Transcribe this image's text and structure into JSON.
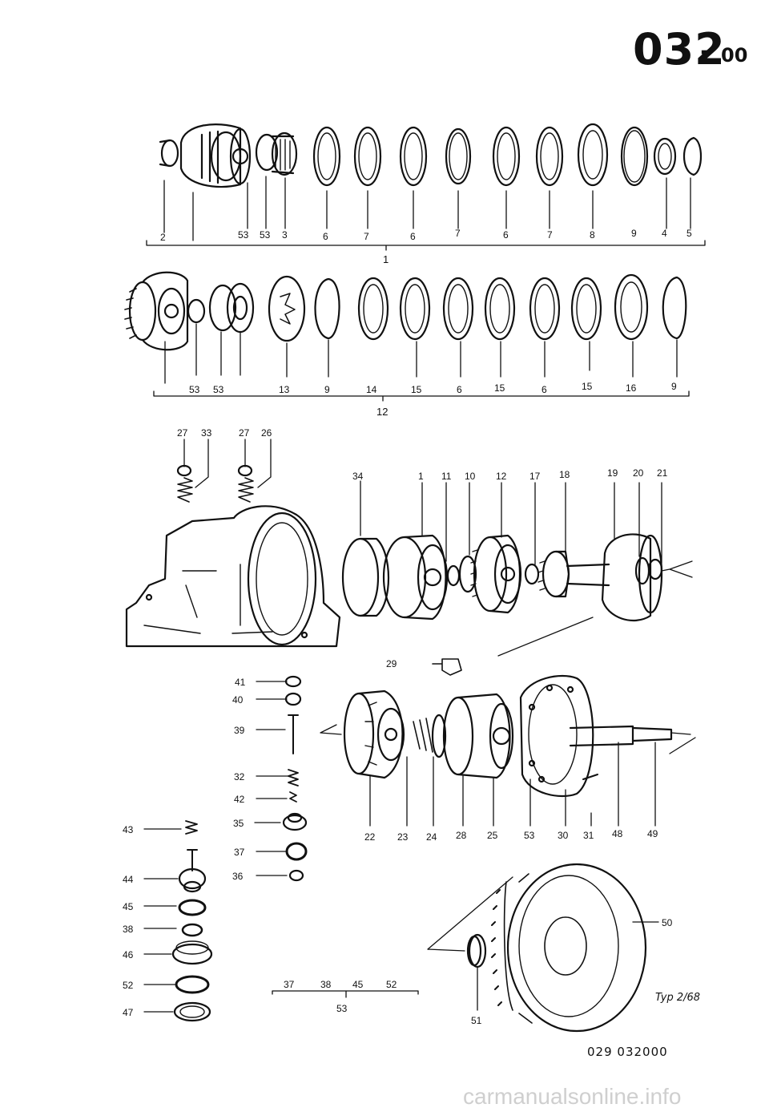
{
  "header": {
    "code": "032",
    "dash": "-",
    "suffix": "00"
  },
  "footer": {
    "typ": "Typ 2/68",
    "doc_number": "029 032000",
    "watermark": "carmanualsonline.info"
  },
  "row1": {
    "labels": [
      "2",
      "53",
      "53",
      "3",
      "6",
      "7",
      "6",
      "7",
      "6",
      "7",
      "8",
      "9",
      "4",
      "5"
    ],
    "group": "1"
  },
  "row2": {
    "labels": [
      "53",
      "53",
      "13",
      "9",
      "14",
      "15",
      "6",
      "15",
      "6",
      "15",
      "16",
      "9"
    ],
    "group": "12"
  },
  "row3": {
    "top_labels": [
      "27",
      "33",
      "27",
      "26"
    ],
    "right_labels": [
      "34",
      "1",
      "11",
      "10",
      "12",
      "17",
      "18",
      "19",
      "20",
      "21"
    ],
    "mid_label": "29"
  },
  "row4": {
    "left_labels": [
      "41",
      "40",
      "39",
      "32",
      "42",
      "35",
      "37",
      "36"
    ],
    "bottom_labels": [
      "22",
      "23",
      "24",
      "28",
      "25",
      "53",
      "30",
      "31",
      "48",
      "49"
    ]
  },
  "row5": {
    "left_labels": [
      "43",
      "44",
      "45",
      "38",
      "46",
      "52",
      "47"
    ],
    "group_labels": [
      "37",
      "38",
      "45",
      "52"
    ],
    "group": "53",
    "part_labels": [
      "50",
      "51"
    ]
  }
}
